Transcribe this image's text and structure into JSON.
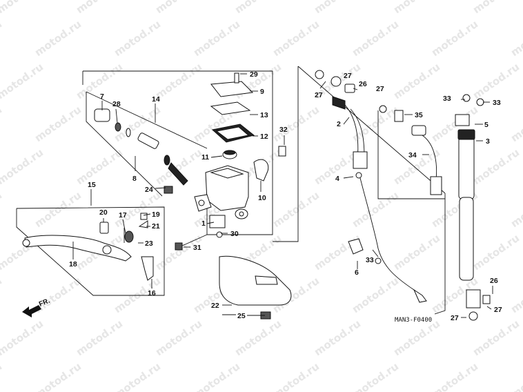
{
  "watermark": "motod.ru",
  "diagram_code": "MAN3-F0400",
  "front_label": "FR.",
  "callouts": [
    "29",
    "9",
    "13",
    "12",
    "11",
    "10",
    "32",
    "7",
    "28",
    "14",
    "8",
    "24",
    "15",
    "20",
    "17",
    "19",
    "21",
    "23",
    "18",
    "16",
    "1",
    "30",
    "31",
    "22",
    "25",
    "27",
    "27",
    "26",
    "2",
    "4",
    "6",
    "33",
    "27",
    "35",
    "34",
    "33",
    "33",
    "5",
    "3",
    "26",
    "27",
    "27"
  ]
}
